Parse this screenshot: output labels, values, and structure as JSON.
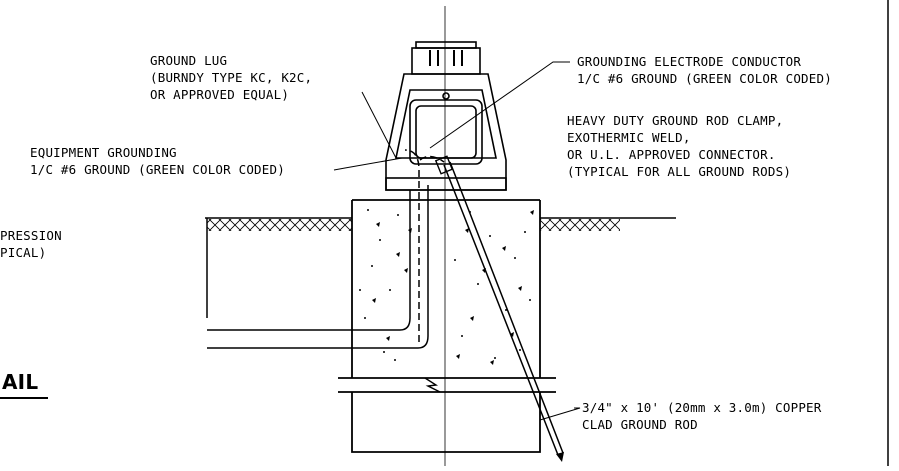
{
  "labels": {
    "ground_lug": [
      "GROUND LUG",
      "(BURNDY TYPE KC, K2C,",
      "OR APPROVED EQUAL)"
    ],
    "electrode_conductor": [
      "GROUNDING ELECTRODE CONDUCTOR",
      "1/C #6 GROUND (GREEN COLOR CODED)"
    ],
    "rod_clamp": [
      "HEAVY DUTY GROUND ROD CLAMP,",
      "EXOTHERMIC WELD,",
      "OR U.L. APPROVED CONNECTOR.",
      "(TYPICAL FOR ALL GROUND RODS)"
    ],
    "equipment_grounding": [
      "EQUIPMENT GROUNDING",
      "1/C #6 GROUND (GREEN COLOR CODED)"
    ],
    "compression_partial": [
      "PRESSION",
      "PICAL)"
    ],
    "detail_title_partial": "AIL",
    "ground_rod": [
      "3/4\" x 10' (20mm x 3.0m) COPPER",
      "CLAD GROUND ROD"
    ]
  }
}
